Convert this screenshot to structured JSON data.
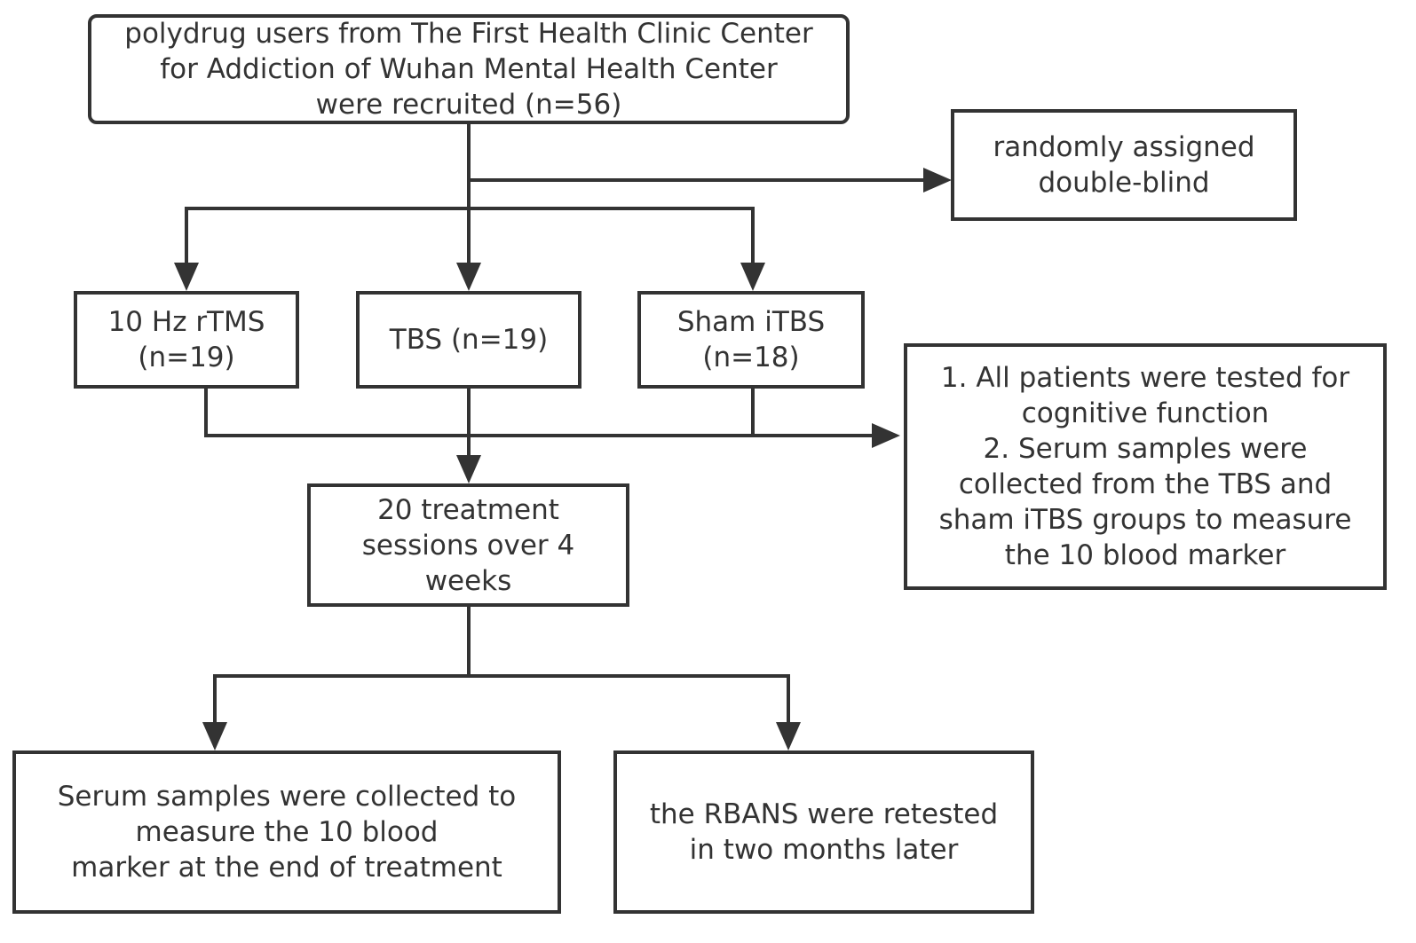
{
  "colors": {
    "stroke": "#333333",
    "background": "#ffffff",
    "text": "#333333"
  },
  "nodes": {
    "recruit": {
      "text": "polydrug users from The First Health Clinic Center\nfor Addiction of Wuhan Mental Health Center\nwere recruited (n=56)"
    },
    "randomize": {
      "text": "randomly assigned\ndouble-blind"
    },
    "rtms": {
      "text": "10 Hz rTMS\n(n=19)"
    },
    "tbs": {
      "text": "TBS (n=19)"
    },
    "sham": {
      "text": "Sham iTBS\n(n=18)"
    },
    "baseline": {
      "text": "1. All patients were tested for\ncognitive function\n2. Serum samples were\ncollected from the TBS and\nsham iTBS groups to measure\nthe 10 blood marker"
    },
    "treatment": {
      "text": "20 treatment\nsessions over 4\nweeks"
    },
    "serum_end": {
      "text": "Serum samples were collected to\nmeasure the 10 blood\nmarker at the end of treatment"
    },
    "rbans": {
      "text": "the RBANS were retested\nin two months later"
    }
  }
}
